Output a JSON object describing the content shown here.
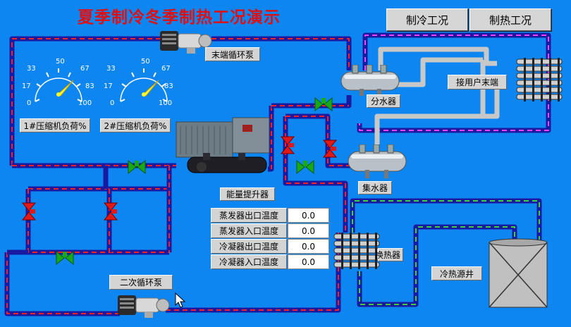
{
  "title": "夏季制冷冬季制热工况演示",
  "buttons": {
    "cooling": "制冷工况",
    "heating": "制热工况"
  },
  "labels": {
    "end_pump": "末端循环泵",
    "distributor": "分水器",
    "collector": "集水器",
    "user_end": "接用户末端",
    "energy_lift": "能量提升器",
    "secondary_pump": "二次循环泵",
    "heat_exchanger": "换热器",
    "source_well": "冷热源井"
  },
  "gauges": [
    {
      "label": "1#压缩机负荷%",
      "value": 67,
      "ticks": [
        "0",
        "17",
        "33",
        "50",
        "67",
        "83",
        "100"
      ]
    },
    {
      "label": "2#压缩机负荷%",
      "value": 67,
      "ticks": [
        "0",
        "17",
        "33",
        "50",
        "67",
        "83",
        "100"
      ]
    }
  ],
  "temps": [
    {
      "name": "蒸发器出口温度",
      "value": "0.0"
    },
    {
      "name": "蒸发器入口温度",
      "value": "0.0"
    },
    {
      "name": "冷凝器出口温度",
      "value": "0.0"
    },
    {
      "name": "冷凝器入口温度",
      "value": "0.0"
    }
  ],
  "colors": {
    "background": "#0d86f2",
    "pipe_blue": "#1a1aa0",
    "pipe_red_dash": "#ff2020",
    "pipe_green_dash": "#3cd23c",
    "pipe_magenta_dash": "#ff40ff",
    "pipe_gray": "#c8c8c8",
    "title_red": "#e01010",
    "valve_red": "#e01818",
    "valve_green": "#18a818"
  },
  "icons": [
    "pump-icon",
    "gauge-icon",
    "valve-icon",
    "compressor-icon",
    "tank-icon",
    "coil-icon",
    "cursor-icon"
  ]
}
